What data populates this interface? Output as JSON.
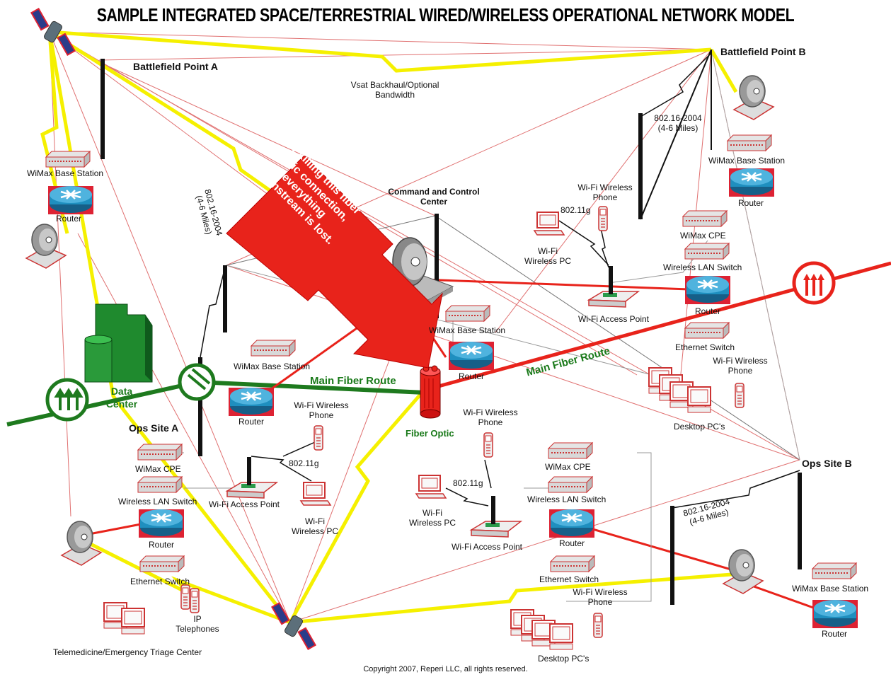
{
  "title": "SAMPLE INTEGRATED SPACE/TERRESTRIAL WIRED/WIRELESS OPERATIONAL NETWORK MODEL",
  "sites": {
    "bf_a": "Battlefield Point A",
    "bf_b": "Battlefield Point B",
    "c2": "Command and Control Center",
    "ops_a": "Ops Site A",
    "ops_b": "Ops Site B",
    "data_center": "Data Center",
    "fiber_optic": "Fiber Optic"
  },
  "routes": {
    "green": "Main Fiber Route",
    "red": "Main Fiber Route"
  },
  "links": {
    "vsat": "Vsat Backhaul/Optional Bandwidth",
    "wimax_a": "802.16-2004 (4-6 Miles)",
    "wimax_b": "802.16-2004 (4-6 Miles)",
    "wimax_ops_b": "802.16-2004 (4-6 Miles)",
    "wifi": "802.11g"
  },
  "callout": "By killing this fiber optic connection, everything downstream is lost.",
  "devices": {
    "wimax_bs": "WiMax Base Station",
    "router": "Router",
    "wimax_cpe": "WiMax CPE",
    "wlan_switch": "Wireless LAN Switch",
    "eth_switch": "Ethernet Switch",
    "wifi_ap": "Wi-Fi Access Point",
    "wifi_phone": "Wi-Fi Wireless Phone",
    "wifi_pc": "Wi-Fi Wireless PC",
    "desktop": "Desktop PC's",
    "ip_tel": "IP Telephones",
    "telemed": "Telemedicine/Emergency Triage Center"
  },
  "colors": {
    "red": "#e8231b",
    "green": "#1e7a1e",
    "yellow": "#f5f000",
    "router": "#1f8fbf"
  },
  "copyright": "Copyright 2007, Reperi LLC, all rights reserved."
}
